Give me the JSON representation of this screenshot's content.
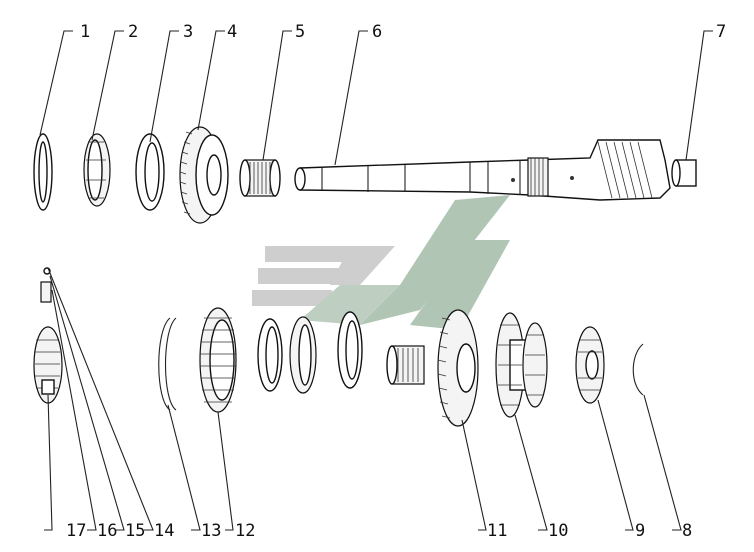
{
  "diagram": {
    "callouts": [
      {
        "id": "c1",
        "label": "1"
      },
      {
        "id": "c2",
        "label": "2"
      },
      {
        "id": "c3",
        "label": "3"
      },
      {
        "id": "c4",
        "label": "4"
      },
      {
        "id": "c5",
        "label": "5"
      },
      {
        "id": "c6",
        "label": "6"
      },
      {
        "id": "c7",
        "label": "7"
      },
      {
        "id": "c8",
        "label": "8"
      },
      {
        "id": "c9",
        "label": "9"
      },
      {
        "id": "c10",
        "label": "10"
      },
      {
        "id": "c11",
        "label": "11"
      },
      {
        "id": "c12",
        "label": "12"
      },
      {
        "id": "c13",
        "label": "13"
      },
      {
        "id": "c14",
        "label": "14"
      },
      {
        "id": "c15",
        "label": "15"
      },
      {
        "id": "c16",
        "label": "16"
      },
      {
        "id": "c17",
        "label": "17"
      }
    ],
    "colors": {
      "line": "#111111",
      "watermark_gray": "#c8c8c8",
      "watermark_green": "#a9bfae"
    }
  }
}
